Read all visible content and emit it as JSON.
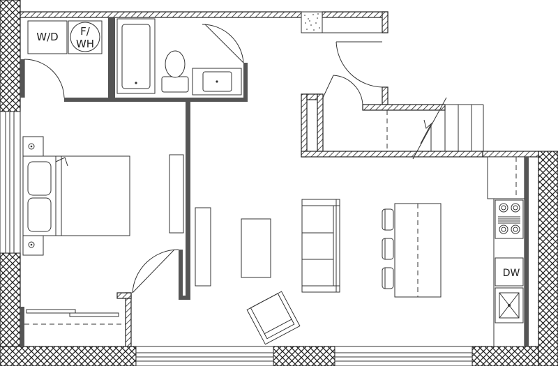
{
  "labels": {
    "washer_dryer": "W/D",
    "furnace_line1": "F/",
    "furnace_line2": "WH",
    "dishwasher": "DW"
  }
}
